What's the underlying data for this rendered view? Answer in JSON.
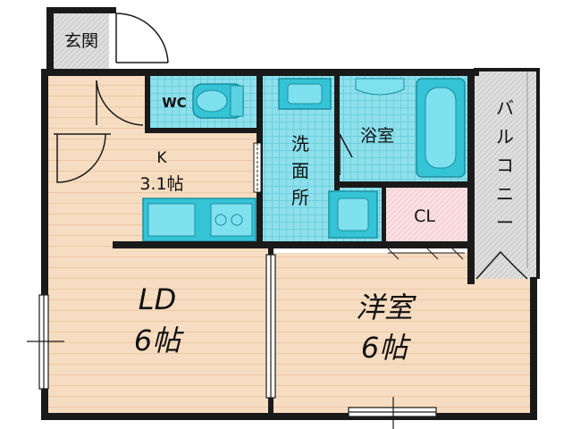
{
  "rooms": {
    "genkan": "玄関",
    "wc": "WC",
    "kitchen_name": "K",
    "kitchen_size": "3.1帖",
    "senmen": [
      "洗",
      "面",
      "所"
    ],
    "yokushitsu": "浴室",
    "balcony": [
      "バ",
      "ル",
      "コ",
      "ニ",
      "ー"
    ],
    "cl": "CL",
    "ld_name": "LD",
    "ld_size": "6帖",
    "yoshitsu_name": "洋室",
    "yoshitsu_size": "6帖"
  },
  "colors": {
    "wood_floor": "#f6dcc0",
    "wet_area": "#8fe0ec",
    "fixture": "#35c3d6",
    "closet": "#fbe2e4",
    "balcony": "#d4d4d4",
    "genkan": "#dcdcdc",
    "wall": "#1a1a1a"
  }
}
